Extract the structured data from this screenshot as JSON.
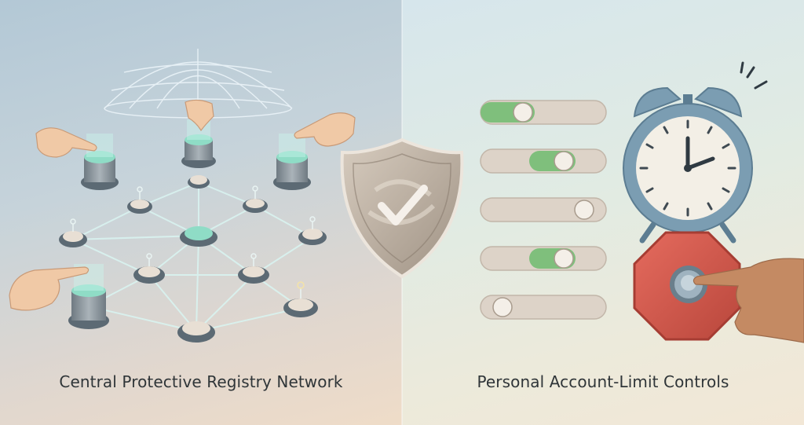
{
  "left_panel": {
    "caption": "Central Protective Registry Network"
  },
  "right_panel": {
    "caption": "Personal Account-Limit Controls",
    "toggles": [
      {
        "position": 0.3
      },
      {
        "position": 0.7
      },
      {
        "position": 0.9
      },
      {
        "position": 0.7
      },
      {
        "position": 0.1
      }
    ]
  },
  "colors": {
    "toggle_on": "#7fbf7c",
    "toggle_track": "#ddd3c8",
    "stop_sign": "#d8564a",
    "clock_body": "#7b9db2",
    "node_glow": "#7fd9c8",
    "shield": "#bfb2a3"
  },
  "icons": [
    "dome-icon",
    "shield-check-icon",
    "alarm-clock-icon",
    "stop-button-icon",
    "hand-icon",
    "registry-node-icon"
  ]
}
